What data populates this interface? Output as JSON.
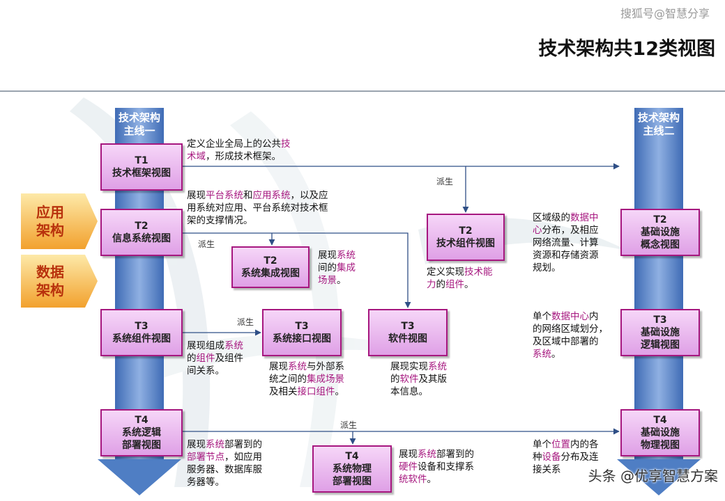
{
  "header": {
    "watermark": "搜狐号@智慧分享",
    "title": "技术架构共12类视图"
  },
  "columns": {
    "left": {
      "line1": "技术架构",
      "line2": "主线一"
    },
    "right": {
      "line1": "技术架构",
      "line2": "主线二"
    }
  },
  "side_tabs": {
    "app": {
      "line1": "应用",
      "line2": "架构"
    },
    "data": {
      "line1": "数据",
      "line2": "架构"
    }
  },
  "boxes": {
    "t1_framework": {
      "code": "T1",
      "name": "技术框架视图"
    },
    "t2_info_system": {
      "code": "T2",
      "name": "信息系统视图"
    },
    "t2_integration": {
      "code": "T2",
      "name": "系统集成视图"
    },
    "t2_tech_component": {
      "code": "T2",
      "name": "技术组件视图"
    },
    "t2_infra_concept": {
      "code": "T2",
      "name1": "基础设施",
      "name2": "概念视图"
    },
    "t3_component": {
      "code": "T3",
      "name": "系统组件视图"
    },
    "t3_interface": {
      "code": "T3",
      "name": "系统接口视图"
    },
    "t3_software": {
      "code": "T3",
      "name": "软件视图"
    },
    "t3_infra_logic": {
      "code": "T3",
      "name1": "基础设施",
      "name2": "逻辑视图"
    },
    "t4_deploy": {
      "code": "T4",
      "name1": "系统逻辑",
      "name2": "部署视图"
    },
    "t4_physical": {
      "code": "T4",
      "name1": "系统物理",
      "name2": "部署视图"
    },
    "t4_infra_physical": {
      "code": "T4",
      "name1": "基础设施",
      "name2": "物理视图"
    }
  },
  "derive_label": "派生",
  "descriptions": {
    "t1": {
      "p1": "定义企业全局上的公共",
      "h1": "技",
      "h2": "术域",
      "p2": "，形成技术框架。"
    },
    "t2_info": {
      "p1": "展现",
      "h1": "平台系统",
      "p2": "和",
      "h2": "应用系统",
      "p3": "，以及应",
      "line2": "用系统对应用、平台系统对技术框",
      "line3": "架的支撑情况。"
    },
    "t2_integration": {
      "p1": "展现",
      "h1": "系统",
      "p2": "间的",
      "h2": "集成",
      "h3": "场景",
      "p3": "。"
    },
    "t2_tech_component": {
      "p1": "定义实现",
      "h1": "技术能",
      "h2": "力",
      "p2": "的",
      "h3": "组件",
      "p3": "。"
    },
    "t2_infra_concept": {
      "p1": "区域级的",
      "h1": "数据中",
      "h2": "心",
      "p2": "分布，及相应",
      "line3": "网络流量、计算",
      "line4": "资源和存储资源",
      "line5": "规划。"
    },
    "t3_component": {
      "p1": "展现组成",
      "h1": "系统",
      "p2": "的",
      "h2": "组件",
      "p3": "及组件",
      "line3": "间关系。"
    },
    "t3_interface": {
      "p1": "展现",
      "h1": "系统",
      "p2": "与外部系",
      "line2": "统之间的",
      "h2": "集成场景",
      "p3": "及相关",
      "h3": "接口组件",
      "p4": "。"
    },
    "t3_software": {
      "p1": "展现实现",
      "h1": "系统",
      "p2": "的",
      "h2": "软件",
      "p3": "及其版",
      "line3": "本信息。"
    },
    "t3_infra_logic": {
      "p1": "单个",
      "h1": "数据中心",
      "p2": "内",
      "line2": "的网络区域划分，",
      "line3": "及区域中部署的",
      "h2": "系统",
      "p3": "。"
    },
    "t4_deploy": {
      "p1": "展现",
      "h1": "系统",
      "p2": "部署到的",
      "h2": "部署节点",
      "p3": "，如应用",
      "line3": "服务器、数据库服",
      "line4": "务器等。"
    },
    "t4_physical": {
      "p1": "展现",
      "h1": "系统",
      "p2": "部署到的",
      "h2": "硬件",
      "p3": "设备和支撑系",
      "h3": "统软件",
      "p4": "。"
    },
    "t4_infra_physical": {
      "p1": "单个",
      "h1": "位置",
      "p2": "内的各",
      "p3": "种",
      "h2": "设备",
      "p4": "分布及连",
      "line3": "接关系"
    }
  },
  "footer": {
    "watermark": "头条 @优享智慧方案"
  },
  "colors": {
    "box_border": "#a6177f",
    "highlight": "#a6177f",
    "column": "#5b86c8",
    "side_tab": "#f0a23a"
  }
}
